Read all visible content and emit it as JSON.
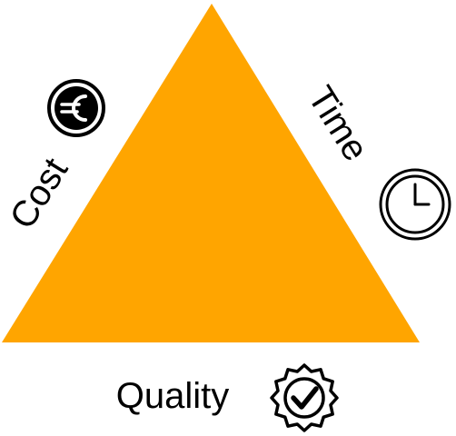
{
  "diagram": {
    "sides": {
      "cost": "Cost",
      "time": "Time",
      "quality": "Quality"
    },
    "icons": {
      "cost": "euro-coin-icon",
      "time": "clock-icon",
      "quality": "quality-seal-check-icon"
    },
    "colors": {
      "triangle_fill": "#FFA500",
      "stroke": "#000000",
      "text": "#000000"
    }
  }
}
